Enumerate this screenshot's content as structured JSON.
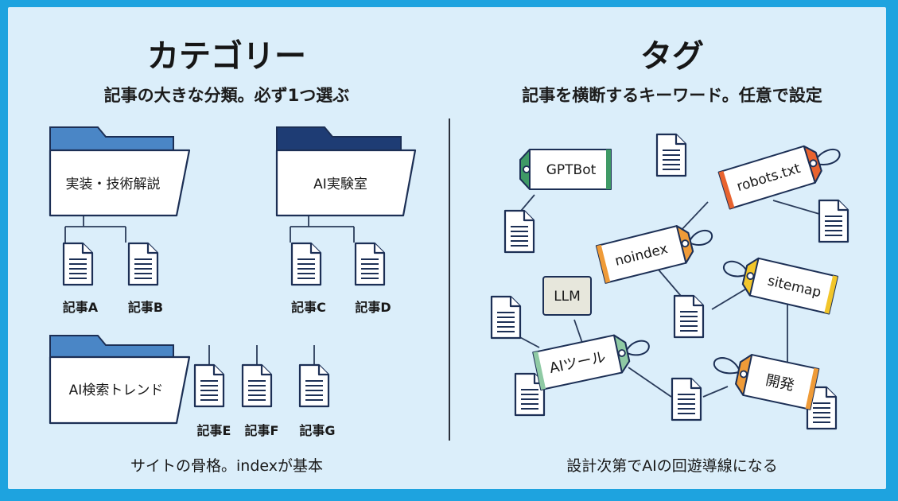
{
  "category": {
    "title": "カテゴリー",
    "subtitle": "記事の大きな分類。必ず1つ選ぶ",
    "folders": [
      "実装・技術解説",
      "AI実験室",
      "AI検索トレンド"
    ],
    "articles": [
      "記事A",
      "記事B",
      "記事C",
      "記事D",
      "記事E",
      "記事F",
      "記事G"
    ],
    "footer": "サイトの骨格。indexが基本"
  },
  "tag": {
    "title": "タグ",
    "subtitle": "記事を横断するキーワード。任意で設定",
    "tags": [
      "GPTBot",
      "robots.txt",
      "noindex",
      "sitemap",
      "LLM",
      "AIツール",
      "開発"
    ],
    "footer": "設計次第でAIの回遊導線になる"
  },
  "colors": {
    "frame": "#1ea3df",
    "panel": "#dbeefa",
    "folder_light": "#4a86c6",
    "folder_dark": "#1e3c74",
    "tag_green": "#3f9a66",
    "tag_orange": "#e8632f",
    "tag_amber": "#ef9b38",
    "tag_yellow": "#f2c62a",
    "tag_mint": "#8fcaa4"
  }
}
